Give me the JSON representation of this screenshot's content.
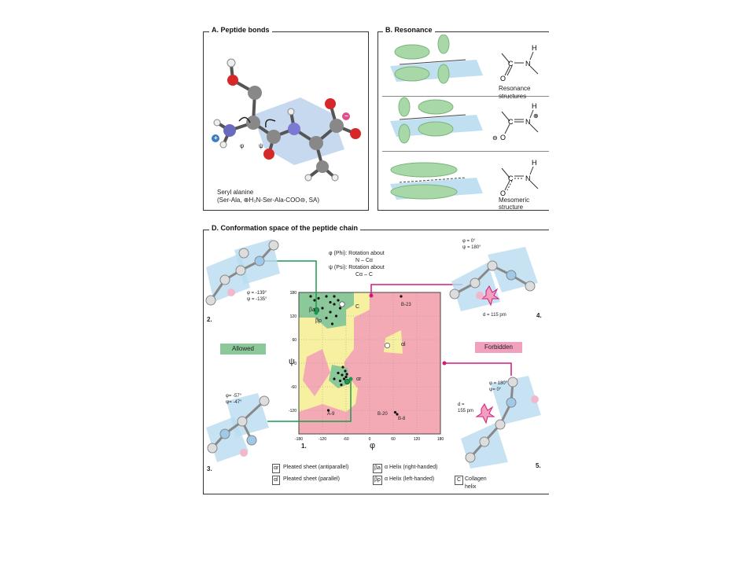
{
  "panelA": {
    "title": "A. Peptide bonds",
    "phi": "φ",
    "psi": "ψ",
    "plus": "+",
    "minus": "−",
    "caption1": "Seryl alanine",
    "caption2": "(Ser-Ala, ⊕H₃N-Ser-Ala-COO⊖, SA)"
  },
  "panelB": {
    "title": "B. Resonance",
    "row1_label1": "Resonance",
    "row1_label2": "structures",
    "row3_label1": "Mesomeric",
    "row3_label2": "structure",
    "atom_C": "C",
    "atom_N": "N",
    "atom_H": "H",
    "atom_O": "O",
    "plus": "⊕",
    "minus": "⊖"
  },
  "panelD": {
    "title": "D. Conformation space of the peptide chain",
    "legend_phi": "φ (Phi): Rotation about",
    "legend_phi2": "N – Cα",
    "legend_psi": "ψ (Psi): Rotation about",
    "legend_psi2": "Cα – C",
    "allowed": "Allowed",
    "forbidden": "Forbidden",
    "axis_psi": "ψ",
    "axis_phi": "φ",
    "plot_number": "1.",
    "conf2_num": "2.",
    "conf2_phi": "φ = -139°",
    "conf2_psi": "ψ = -135°",
    "conf3_num": "3.",
    "conf3_phi": "φ= -57°",
    "conf3_psi": "ψ= -47°",
    "conf4_num": "4.",
    "conf4_phi": "φ =    0°",
    "conf4_psi": "ψ = 180°",
    "conf4_d": "d = 115 pm",
    "conf5_num": "5.",
    "conf5_phi": "φ = 180°",
    "conf5_psi": "ψ=    0°",
    "conf5_d1": "d =",
    "conf5_d2": "155 pm",
    "plot_labels": {
      "B23": "B-23",
      "B20": "B-20",
      "B8": "B-8",
      "A9": "A-9",
      "C": "C",
      "beta_a": "βa",
      "beta_p": "βp",
      "alpha_l": "αl",
      "alpha_r": "αr"
    },
    "legend": {
      "k1": "αr",
      "v1": "Pleated sheet (antiparallel)",
      "k2": "αl",
      "v2": "Pleated sheet (parallel)",
      "k3": "βa",
      "v3": "α Helix (right-handed)",
      "k4": "βp",
      "v4": "α Helix (left-handed)",
      "k5": "C",
      "v5": "Collagen helix"
    },
    "ticks_x": [
      "-180",
      "-120",
      "-60",
      "0",
      "60",
      "120",
      "180"
    ],
    "ticks_y": [
      "180",
      "120",
      "60",
      "0",
      "-60",
      "-120"
    ],
    "colors": {
      "allowed_green": "#8cc99a",
      "forbidden_pink": "#f4aab4",
      "yellow": "#f6f0a0",
      "blue_plane": "#b9dcf0",
      "magenta": "#d4187a",
      "green_line": "#1a9a50"
    }
  },
  "chart_data": {
    "type": "scatter",
    "xlabel": "φ",
    "ylabel": "ψ",
    "xlim": [
      -180,
      180
    ],
    "ylim": [
      -180,
      180
    ],
    "ticks_x": [
      -180,
      -120,
      -60,
      0,
      60,
      120,
      180
    ],
    "ticks_y": [
      -120,
      -60,
      0,
      60,
      120,
      180
    ],
    "points": [
      {
        "x": -150,
        "y": 170
      },
      {
        "x": -140,
        "y": 160
      },
      {
        "x": -130,
        "y": 165
      },
      {
        "x": -110,
        "y": 170
      },
      {
        "x": -100,
        "y": 155
      },
      {
        "x": -90,
        "y": 170
      },
      {
        "x": -80,
        "y": 160
      },
      {
        "x": -75,
        "y": 140
      },
      {
        "x": -120,
        "y": 140
      },
      {
        "x": -100,
        "y": 130
      },
      {
        "x": -110,
        "y": 115
      },
      {
        "x": -95,
        "y": 100
      },
      {
        "x": -85,
        "y": 120
      },
      {
        "x": -90,
        "y": 150
      },
      {
        "x": -70,
        "y": -30
      },
      {
        "x": -65,
        "y": -40
      },
      {
        "x": -60,
        "y": -35
      },
      {
        "x": -75,
        "y": -45
      },
      {
        "x": -80,
        "y": -25
      },
      {
        "x": -55,
        "y": -50
      },
      {
        "x": -62,
        "y": -20
      },
      {
        "x": -68,
        "y": -10
      },
      {
        "x": -90,
        "y": -40
      },
      {
        "x": -72,
        "y": -55
      },
      {
        "x": -58,
        "y": -28
      },
      {
        "x": 80,
        "y": 170
      },
      {
        "x": -105,
        "y": -120
      },
      {
        "x": 65,
        "y": -125
      },
      {
        "x": 70,
        "y": -130
      }
    ],
    "markers": [
      {
        "label": "C",
        "x": -70,
        "y": 150
      },
      {
        "label": "αl",
        "x": 45,
        "y": 45
      },
      {
        "label": "βa",
        "x": -135,
        "y": 135
      },
      {
        "label": "αr",
        "x": -57,
        "y": -47
      }
    ]
  }
}
